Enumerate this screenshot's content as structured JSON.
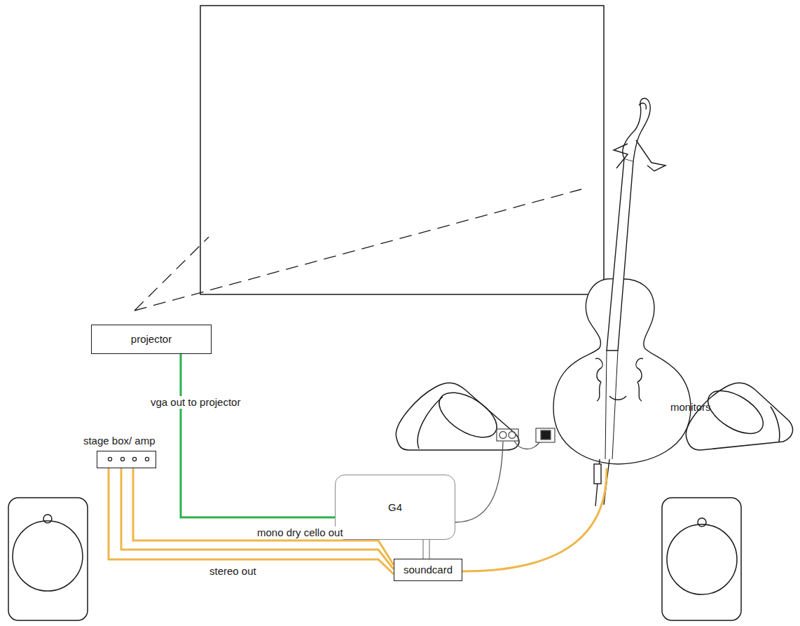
{
  "diagram": {
    "nodes": [
      {
        "text": [
          "projector"
        ]
      },
      {
        "text": [
          "stage box/ amp"
        ]
      },
      {
        "text": [
          "G4"
        ]
      },
      {
        "text": [
          "soundcard"
        ]
      }
    ],
    "edges": [
      {
        "from": 2,
        "to": 0,
        "arrow": "none",
        "label": "vga out to projector"
      },
      {
        "from": 3,
        "to": 1,
        "arrow": "none",
        "label": "mono dry cello out"
      },
      {
        "from": 3,
        "to": 1,
        "arrow": "none"
      },
      {
        "from": 3,
        "to": 1,
        "arrow": "none",
        "label": "stereo out"
      },
      {
        "from": 2,
        "to": 3,
        "arrow": "none"
      }
    ],
    "labels": [
      "monitors"
    ]
  }
}
